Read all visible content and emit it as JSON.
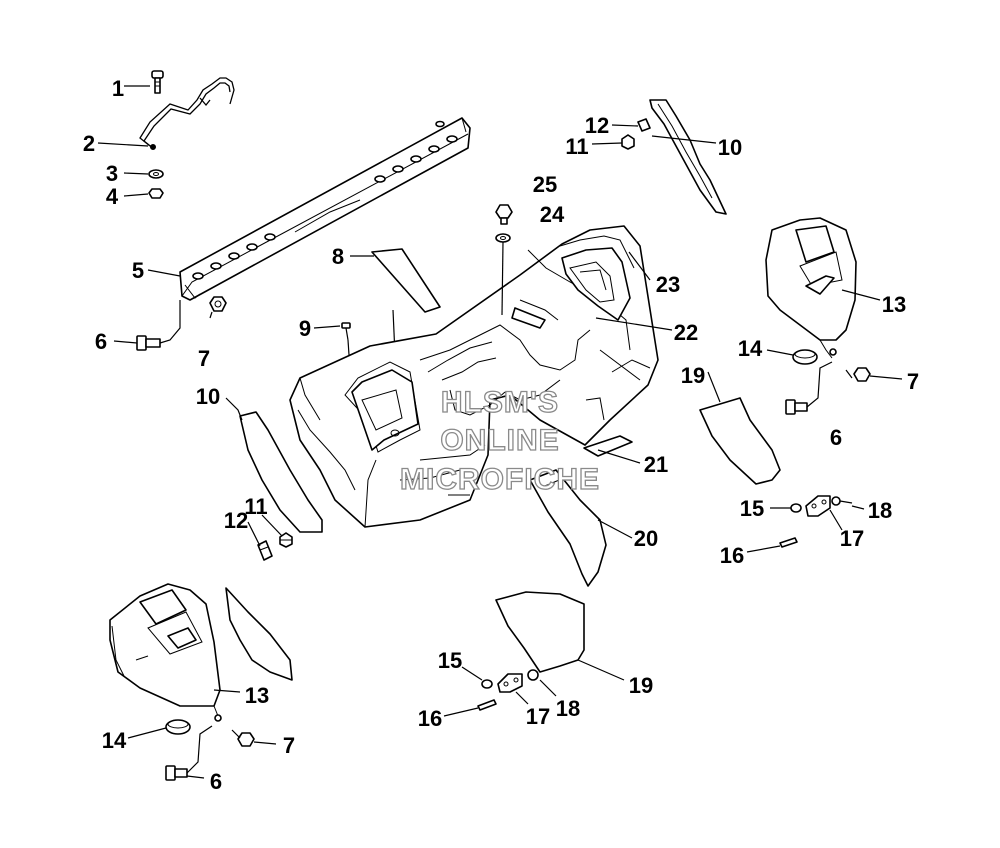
{
  "watermark": {
    "line1": "HLSM'S",
    "line2": "ONLINE",
    "line3": "MICROFICHE"
  },
  "callouts": [
    {
      "id": "c1",
      "label": "1"
    },
    {
      "id": "c2",
      "label": "2"
    },
    {
      "id": "c3",
      "label": "3"
    },
    {
      "id": "c4",
      "label": "4"
    },
    {
      "id": "c5",
      "label": "5"
    },
    {
      "id": "c6a",
      "label": "6"
    },
    {
      "id": "c7a",
      "label": "7"
    },
    {
      "id": "c8",
      "label": "8"
    },
    {
      "id": "c9",
      "label": "9"
    },
    {
      "id": "c10a",
      "label": "10"
    },
    {
      "id": "c12a",
      "label": "12"
    },
    {
      "id": "c11a",
      "label": "11"
    },
    {
      "id": "c10b",
      "label": "10"
    },
    {
      "id": "c12b",
      "label": "12"
    },
    {
      "id": "c11b",
      "label": "11"
    },
    {
      "id": "c25",
      "label": "25"
    },
    {
      "id": "c24",
      "label": "24"
    },
    {
      "id": "c23",
      "label": "23"
    },
    {
      "id": "c22",
      "label": "22"
    },
    {
      "id": "c13a",
      "label": "13"
    },
    {
      "id": "c14a",
      "label": "14"
    },
    {
      "id": "c7b",
      "label": "7"
    },
    {
      "id": "c6b",
      "label": "6"
    },
    {
      "id": "c19a",
      "label": "19"
    },
    {
      "id": "c21",
      "label": "21"
    },
    {
      "id": "c20",
      "label": "20"
    },
    {
      "id": "c15a",
      "label": "15"
    },
    {
      "id": "c18a",
      "label": "18"
    },
    {
      "id": "c17a",
      "label": "17"
    },
    {
      "id": "c16a",
      "label": "16"
    },
    {
      "id": "c13b",
      "label": "13"
    },
    {
      "id": "c14b",
      "label": "14"
    },
    {
      "id": "c7c",
      "label": "7"
    },
    {
      "id": "c6c",
      "label": "6"
    },
    {
      "id": "c15b",
      "label": "15"
    },
    {
      "id": "c16b",
      "label": "16"
    },
    {
      "id": "c17b",
      "label": "17"
    },
    {
      "id": "c18b",
      "label": "18"
    },
    {
      "id": "c19b",
      "label": "19"
    }
  ]
}
